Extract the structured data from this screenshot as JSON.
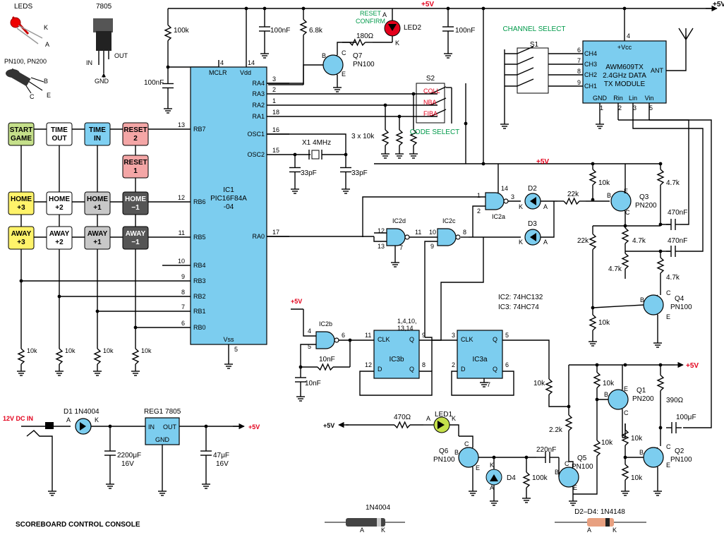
{
  "title": "SCOREBOARD CONTROL CONSOLE",
  "rails": {
    "supply": "+5V",
    "input": "12V DC IN"
  },
  "buttons": [
    {
      "l1": "START",
      "l2": "GAME",
      "color": "#c5e08a"
    },
    {
      "l1": "TIME",
      "l2": "OUT",
      "color": "#ffffff"
    },
    {
      "l1": "TIME",
      "l2": "IN",
      "color": "#7fd0f2"
    },
    {
      "l1": "RESET",
      "l2": "2",
      "color": "#f4a6a6"
    },
    {
      "l1": "RESET",
      "l2": "1",
      "color": "#f4a6a6"
    },
    {
      "l1": "HOME",
      "l2": "+3",
      "color": "#fff36a"
    },
    {
      "l1": "HOME",
      "l2": "+2",
      "color": "#ffffff"
    },
    {
      "l1": "HOME",
      "l2": "+1",
      "color": "#c8c8c8"
    },
    {
      "l1": "HOME",
      "l2": "−1",
      "color": "#555555"
    },
    {
      "l1": "AWAY",
      "l2": "+3",
      "color": "#fff36a"
    },
    {
      "l1": "AWAY",
      "l2": "+2",
      "color": "#ffffff"
    },
    {
      "l1": "AWAY",
      "l2": "+1",
      "color": "#c8c8c8"
    },
    {
      "l1": "AWAY",
      "l2": "−1",
      "color": "#555555"
    }
  ],
  "ic1": {
    "name": "IC1",
    "part": "PIC16F84A",
    "suffix": "-04",
    "top_pins": [
      {
        "name": "MCLR",
        "num": "4"
      },
      {
        "name": "Vdd",
        "num": "14"
      }
    ],
    "right_pins": [
      {
        "name": "RA4",
        "num": "3"
      },
      {
        "name": "RA3",
        "num": "2"
      },
      {
        "name": "RA2",
        "num": "1"
      },
      {
        "name": "RA1",
        "num": "18"
      },
      {
        "name": "OSC1",
        "num": "16"
      },
      {
        "name": "OSC2",
        "num": "15"
      },
      {
        "name": "RA0",
        "num": "17"
      }
    ],
    "left_pins": [
      {
        "name": "RB7",
        "num": "13"
      },
      {
        "name": "RB6",
        "num": "12"
      },
      {
        "name": "RB5",
        "num": "11"
      },
      {
        "name": "RB4",
        "num": "10"
      },
      {
        "name": "RB3",
        "num": "9"
      },
      {
        "name": "RB2",
        "num": "8"
      },
      {
        "name": "RB1",
        "num": "7"
      },
      {
        "name": "RB0",
        "num": "6"
      }
    ],
    "vss": "Vss",
    "vss_num": "5"
  },
  "tx": {
    "name": "AWM609TX",
    "line2": "2.4GHz DATA",
    "line3": "TX MODULE",
    "vcc": "+Vcc",
    "ant": "ANT",
    "ch": [
      "CH4",
      "CH3",
      "CH2",
      "CH1"
    ],
    "ch_pins": [
      "6",
      "7",
      "8",
      "9"
    ],
    "bottom": [
      "GND",
      "Rin",
      "Lin",
      "Vin"
    ],
    "bottom_pins": [
      "1",
      "2",
      "3",
      "5"
    ],
    "vcc_pin": "4"
  },
  "gates": {
    "ic2a": "IC2a",
    "ic2b": "IC2b",
    "ic2c": "IC2c",
    "ic2d": "IC2d"
  },
  "flipflops": {
    "ic3a": "IC3a",
    "ic3b": "IC3b",
    "clk": "CLK",
    "d": "D",
    "q": "Q",
    "qbar": "Q"
  },
  "ic_notes": [
    "IC2: 74HC132",
    "IC3: 74HC74"
  ],
  "labels": {
    "leds": "LEDS",
    "k": "K",
    "a": "A",
    "reg_part": "7805",
    "reg_in": "IN",
    "reg_out": "OUT",
    "reg_gnd": "GND",
    "transistor_parts": "PN100, PN200",
    "b": "B",
    "c": "C",
    "e": "E",
    "reset_confirm_1": "RESET",
    "reset_confirm_2": "CONFIRM",
    "led2": "LED2",
    "channel_select": "CHANNEL SELECT",
    "s1": "S1",
    "s2": "S2",
    "code_select": "CODE SELECT",
    "coll": "COLL",
    "nba": "NBA",
    "fiba": "FIBA",
    "r100k": "100k",
    "c100nf": "100nF",
    "c100nf_b": "100nF",
    "r68k": "6.8k",
    "r180": "180Ω",
    "q7": "Q7",
    "q7p": "PN100",
    "x1": "X1 4MHz",
    "c33a": "33pF",
    "c33b": "33pF",
    "r3x10k": "3 x 10k",
    "d2": "D2",
    "d3": "D3",
    "r22k": "22k",
    "r22k_b": "22k",
    "r10k": "10k",
    "r47k": "4.7k",
    "q3": "Q3",
    "q3p": "PN200",
    "q4": "Q4",
    "q4p": "PN100",
    "c470a": "470nF",
    "c470b": "470nF",
    "c10nf": "10nF",
    "pins_vcc": "1,4,10,",
    "pins_vcc2": "13,14",
    "d1": "D1 1N4004",
    "reg1": "REG1  7805",
    "reg_in2": "IN",
    "reg_out2": "OUT",
    "reg_gnd2": "GND",
    "c2200": "2200μF",
    "v16": "16V",
    "c47": "47μF",
    "v16b": "16V",
    "r470": "470Ω",
    "led1": "LED1",
    "q6": "Q6",
    "q6p": "PN100",
    "d4": "D4",
    "c220": "220nF",
    "r100kb": "100k",
    "q5": "Q5",
    "q5p": "PN100",
    "r22kb": "2.2k",
    "q1": "Q1",
    "q1p": "PN200",
    "r390": "390Ω",
    "c100u": "100μF",
    "q2": "Q2",
    "q2p": "PN100",
    "diode_1n4004": "1N4004",
    "diode_1n4148": "D2–D4: 1N4148"
  }
}
